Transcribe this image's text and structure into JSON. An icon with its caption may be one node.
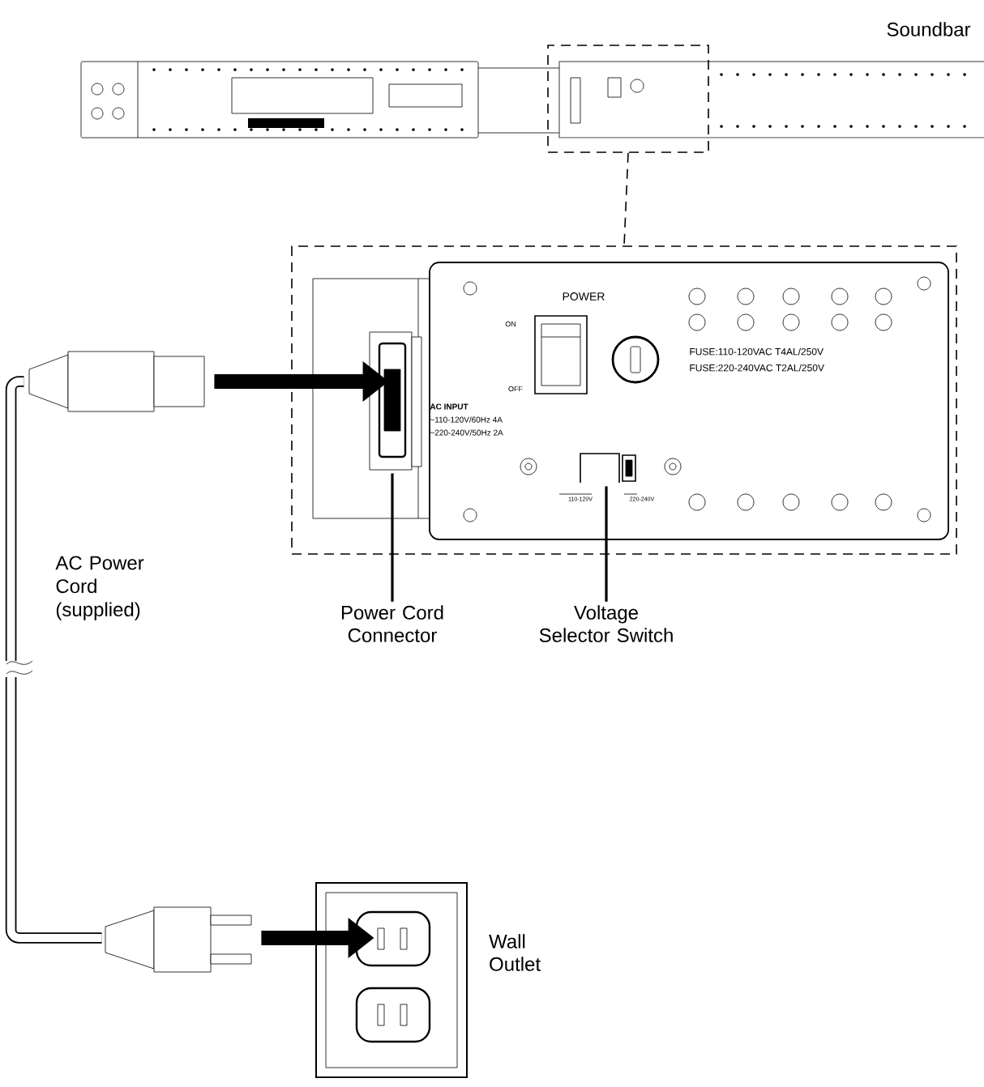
{
  "diagram": {
    "nodes": [
      {
        "text": [],
        "shape": "box"
      },
      {
        "text": [],
        "shape": "box"
      },
      {
        "text": [],
        "shape": "picture",
        "in": 1
      },
      {
        "text": [
          "Power Cord Connector"
        ]
      },
      {
        "text": [],
        "shape": "picture",
        "in": 1
      },
      {
        "text": [
          "Voltage Selector Switch"
        ]
      },
      {
        "text": [],
        "shape": "picture"
      },
      {
        "text": [],
        "shape": "picture"
      },
      {
        "text": [],
        "shape": "picture",
        "beside": [
          "Wall Outlet"
        ]
      }
    ],
    "edges": [
      {
        "from": 0,
        "to": 1,
        "arrow": "none",
        "style": "dashed"
      },
      {
        "from": 3,
        "to": 2,
        "arrow": "none"
      },
      {
        "from": 5,
        "to": 4,
        "arrow": "none"
      },
      {
        "from": 6,
        "to": 2,
        "arrow": "to",
        "style": "thick"
      },
      {
        "from": 6,
        "to": 7,
        "arrow": "none",
        "style": "thick"
      },
      {
        "from": 7,
        "to": 8,
        "arrow": "to",
        "style": "thick"
      }
    ],
    "labels": [
      "Soundbar",
      "POWER",
      "ON",
      "OFF",
      "FUSE:110-120VAC T4AL/250V",
      "FUSE:220-240VAC T2AL/250V",
      "AC INPUT",
      "~110-120V/60Hz 4A",
      "~220-240V/50Hz 2A",
      "110-120V",
      "220-240V",
      "AC Power Cord (supplied)"
    ]
  }
}
